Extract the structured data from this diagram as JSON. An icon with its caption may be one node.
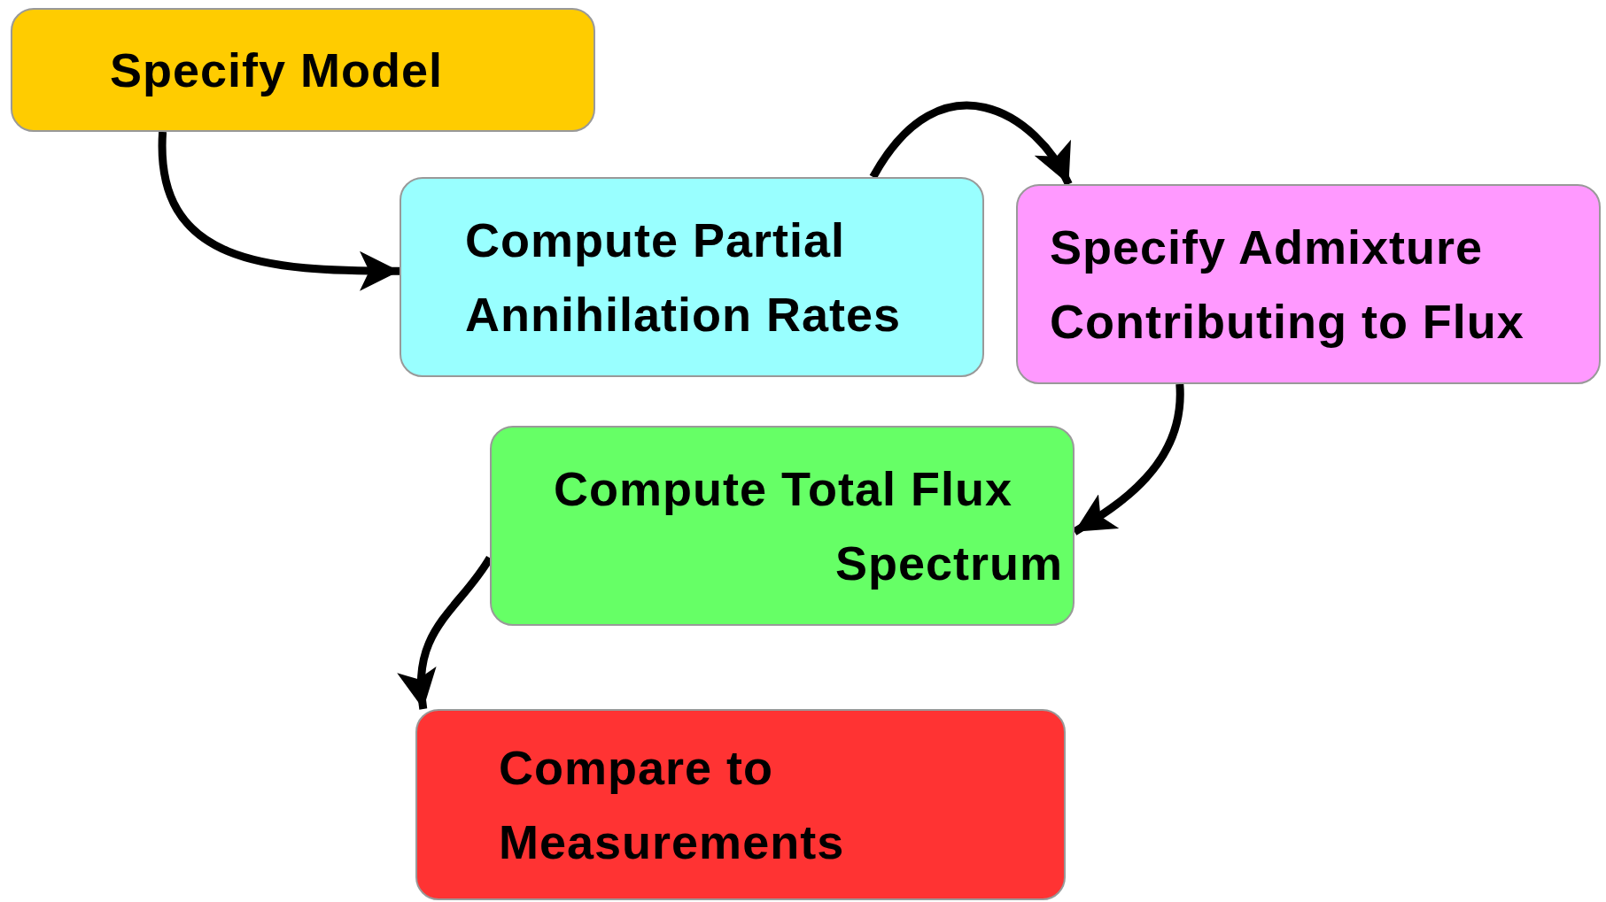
{
  "diagram": {
    "nodes": [
      {
        "text": [
          "Specify Model"
        ]
      },
      {
        "text": [
          "Compute Partial Annihilation Rates"
        ]
      },
      {
        "text": [
          "Specify Admixture Contributing to Flux"
        ]
      },
      {
        "text": [
          "Compute Total Flux Spectrum"
        ]
      },
      {
        "text": [
          "Compare to Measurements"
        ]
      }
    ],
    "edges": [
      {
        "from": 0,
        "to": 1,
        "arrow": "to"
      },
      {
        "from": 1,
        "to": 2,
        "arrow": "to"
      },
      {
        "from": 2,
        "to": 3,
        "arrow": "to"
      },
      {
        "from": 3,
        "to": 4,
        "arrow": "to"
      }
    ]
  }
}
